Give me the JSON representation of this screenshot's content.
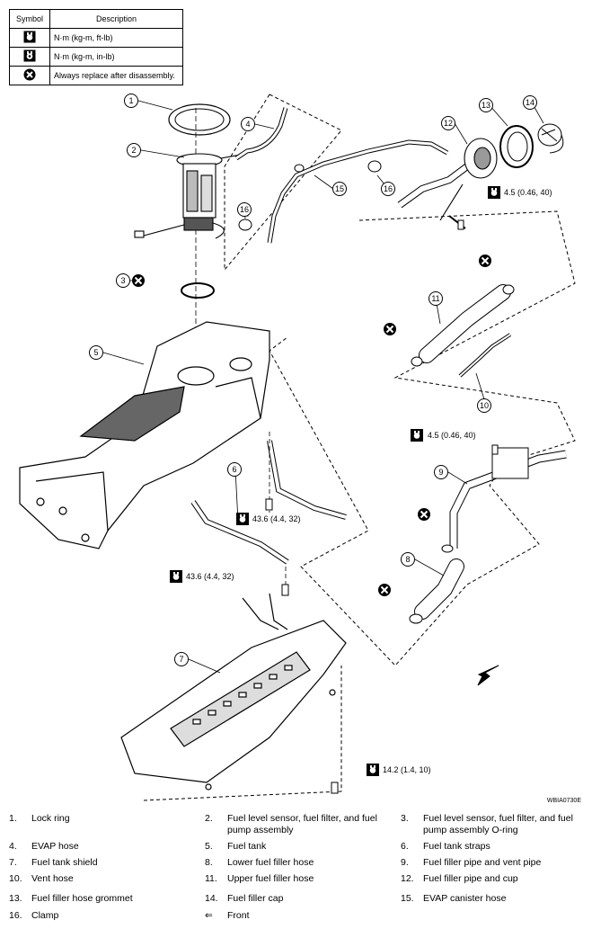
{
  "legend": {
    "header_symbol": "Symbol",
    "header_description": "Description",
    "rows": [
      {
        "icon": "torque-wrench-icon",
        "text": "N·m (kg-m, ft-lb)"
      },
      {
        "icon": "torque-wrench-inlb-icon",
        "text": "N·m (kg-m, in-lb)"
      },
      {
        "icon": "replace-x-icon",
        "text": "Always replace after disassembly."
      }
    ]
  },
  "callouts": [
    "1",
    "2",
    "3",
    "4",
    "5",
    "6",
    "7",
    "8",
    "9",
    "10",
    "11",
    "12",
    "13",
    "14",
    "15",
    "16"
  ],
  "torques": {
    "t1": "4.5 (0.46, 40)",
    "t2": "4.5 (0.46, 40)",
    "t3": "43.6 (4.4, 32)",
    "t4": "43.6 (4.4, 32)",
    "t5": "14.2 (1.4, 10)"
  },
  "figure_code": "WBIA0730E",
  "parts": [
    {
      "num": "1.",
      "name": "Lock ring"
    },
    {
      "num": "2.",
      "name": "Fuel level sensor, fuel filter, and fuel pump assembly"
    },
    {
      "num": "3.",
      "name": "Fuel level sensor, fuel filter, and fuel pump assembly O-ring"
    },
    {
      "num": "4.",
      "name": "EVAP hose"
    },
    {
      "num": "5.",
      "name": "Fuel tank"
    },
    {
      "num": "6.",
      "name": "Fuel tank straps"
    },
    {
      "num": "7.",
      "name": "Fuel tank shield"
    },
    {
      "num": "8.",
      "name": "Lower fuel filler hose"
    },
    {
      "num": "9.",
      "name": "Fuel filler pipe and vent pipe"
    },
    {
      "num": "10.",
      "name": "Vent hose"
    },
    {
      "num": "11.",
      "name": "Upper fuel filler hose"
    },
    {
      "num": "12.",
      "name": "Fuel filler pipe and cup"
    },
    {
      "num": "13.",
      "name": "Fuel filler hose grommet"
    },
    {
      "num": "14.",
      "name": "Fuel filler cap"
    },
    {
      "num": "15.",
      "name": "EVAP canister hose"
    },
    {
      "num": "16.",
      "name": "Clamp"
    },
    {
      "num": "⇐",
      "name": "Front"
    }
  ]
}
